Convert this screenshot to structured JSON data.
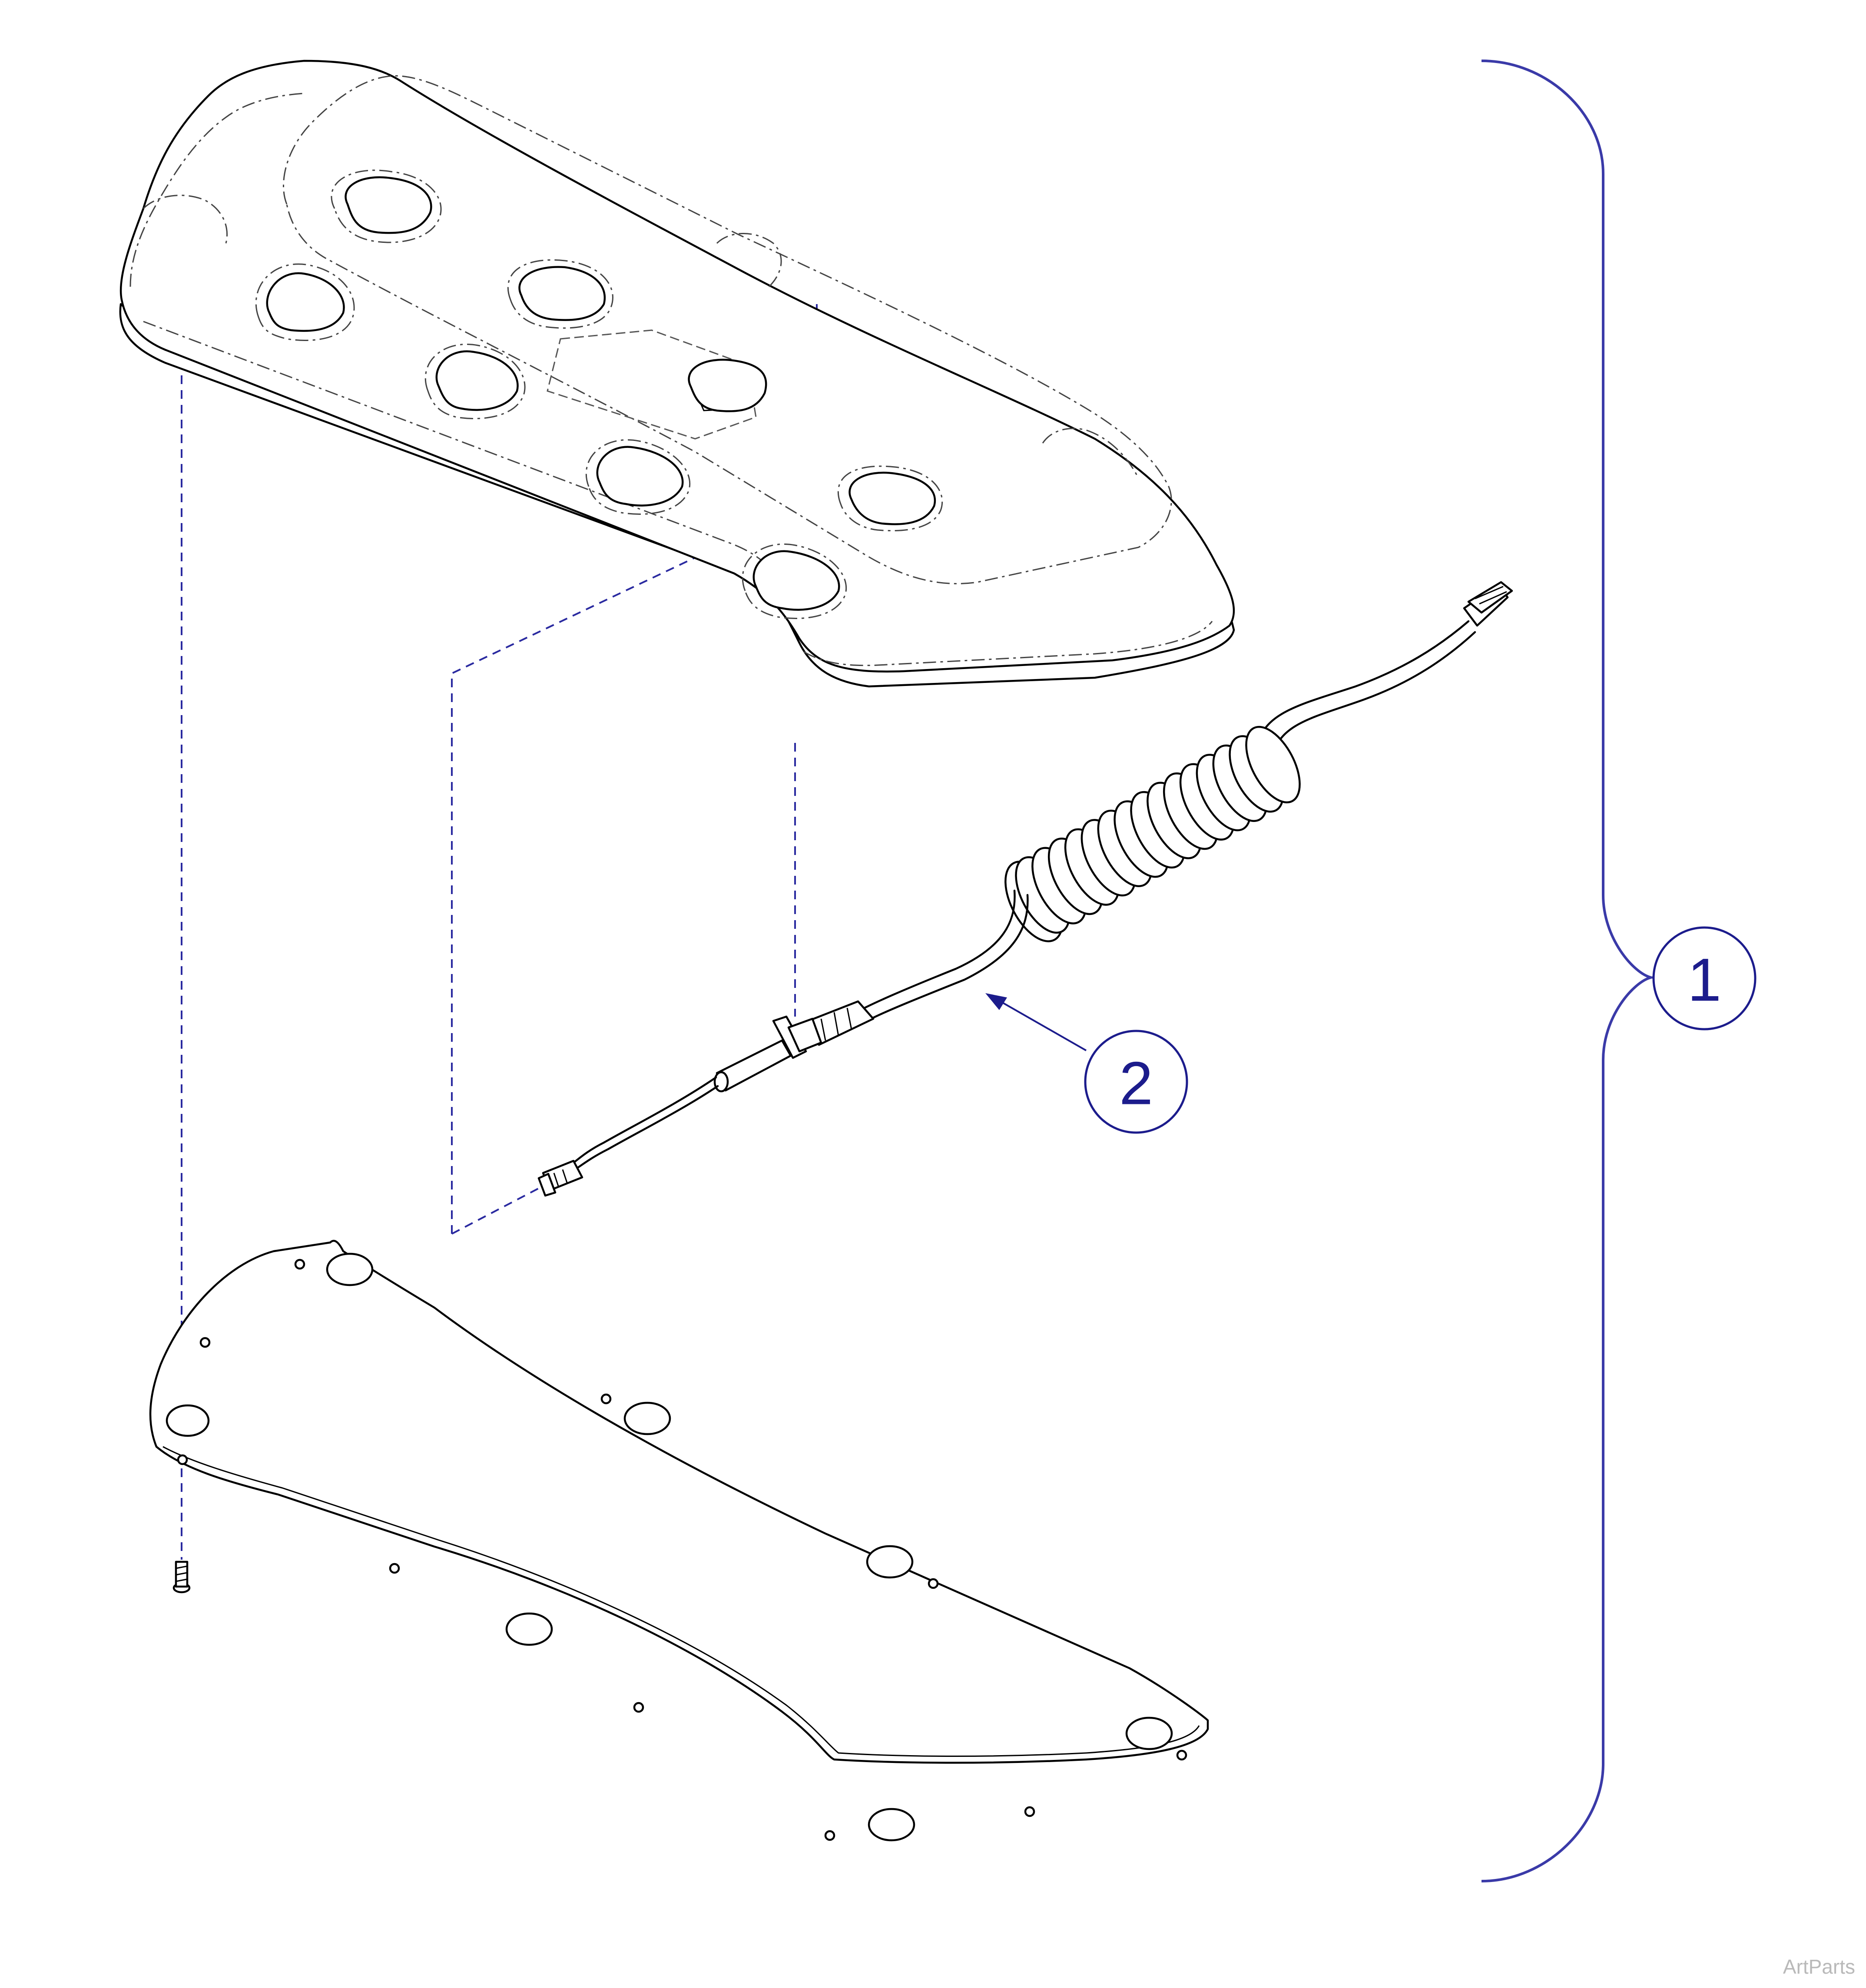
{
  "figure": {
    "callouts": [
      {
        "id": "1",
        "label": "1"
      },
      {
        "id": "2",
        "label": "2"
      }
    ],
    "watermark": "ArtParts",
    "colors": {
      "outline": "#000000",
      "callout": "#1c1c8c",
      "leader": "#2a2aa0",
      "brace": "#3a3aa8",
      "watermark": "#b9b9b9"
    }
  },
  "icons": {
    "screw": "screw-icon",
    "rj-plug": "rj-modular-plug-icon",
    "pcb-connector": "pcb-connector-icon"
  }
}
